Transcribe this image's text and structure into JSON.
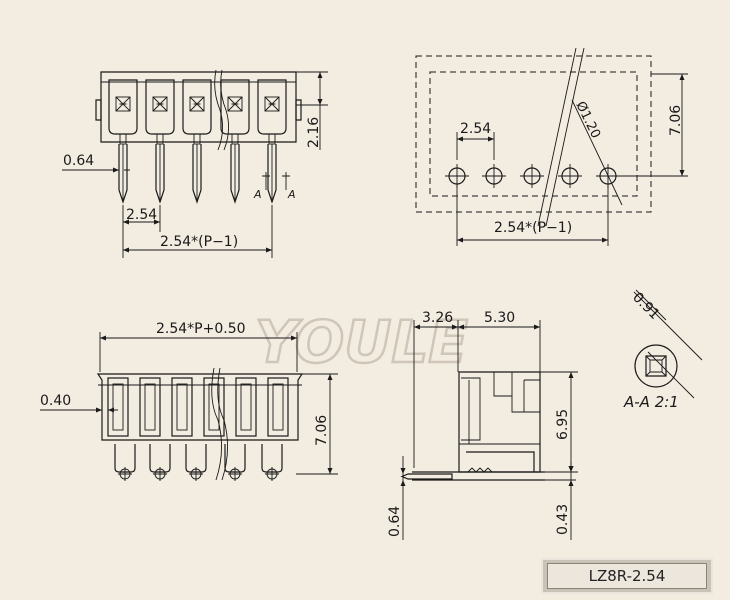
{
  "watermark": "YOULE",
  "model_label": "LZ8R-2.54",
  "top_left_view": {
    "dim_pin_width": "0.64",
    "dim_height": "2.16",
    "dim_pitch": "2.54",
    "dim_span": "2.54*(P−1)",
    "section_mark": "A"
  },
  "pcb_layout_view": {
    "dim_pitch": "2.54",
    "dim_hole": "Ø1.20",
    "dim_height": "7.06",
    "dim_span": "2.54*(P−1)"
  },
  "front_view": {
    "dim_length": "2.54*P+0.50",
    "dim_thickness": "0.40",
    "dim_height": "7.06"
  },
  "side_view": {
    "dim_a": "3.26",
    "dim_b": "5.30",
    "dim_height": "6.95",
    "dim_pin": "0.64",
    "dim_standoff": "0.43"
  },
  "detail_view": {
    "dim_size": "0.91",
    "caption": "A-A 2:1"
  }
}
